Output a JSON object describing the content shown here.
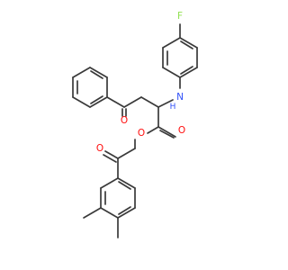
{
  "molecule": {
    "atoms": {
      "fluorine": "F",
      "amine": "N",
      "amine_hydrogen": "H",
      "ketone_oxygen_1": "O",
      "ester_carbonyl_oxygen": "O",
      "ester_oxygen": "O",
      "ketone_oxygen_2": "O"
    },
    "colors": {
      "bond": "#3a3a3a",
      "oxygen": "#ff0d0d",
      "nitrogen": "#3050f8",
      "fluorine": "#90e050"
    }
  }
}
